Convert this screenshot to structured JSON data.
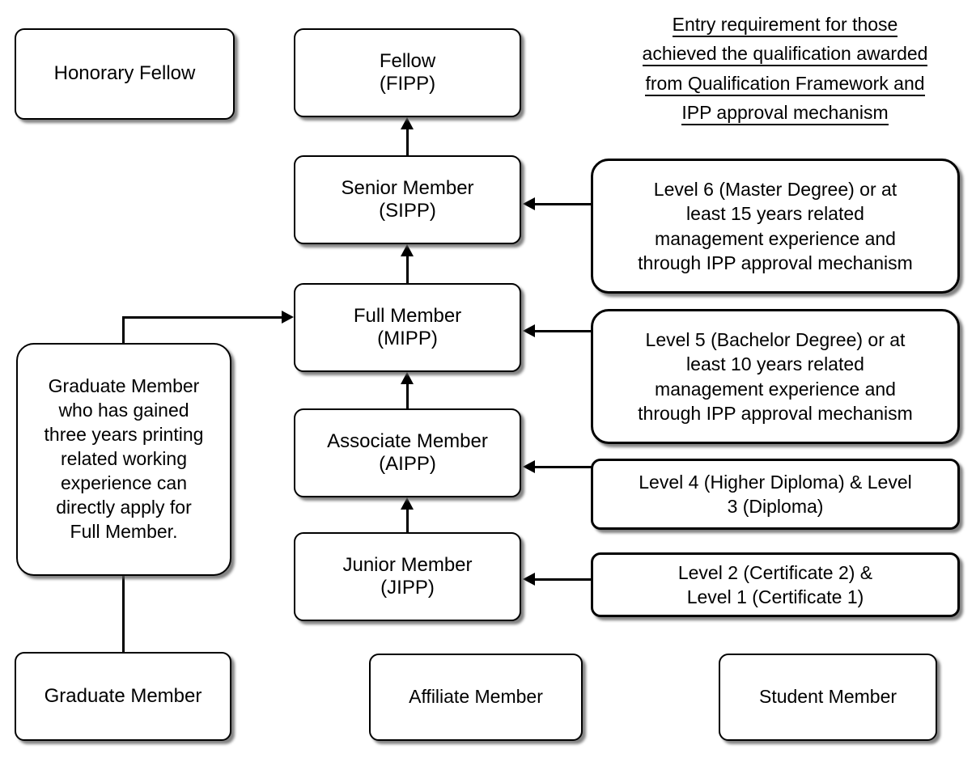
{
  "heading": {
    "lines": [
      "Entry requirement for those ",
      "achieved the qualification awarded ",
      "from Qualification Framework and ",
      "IPP approval mechanism"
    ]
  },
  "nodes": {
    "honorary_fellow": {
      "label": "Honorary Fellow"
    },
    "fellow": {
      "title": "Fellow",
      "designation": "(FIPP)"
    },
    "senior_member": {
      "title": "Senior Member",
      "designation": "(SIPP)"
    },
    "full_member": {
      "title": "Full Member",
      "designation": "(MIPP)"
    },
    "associate_member": {
      "title": "Associate Member",
      "designation": "(AIPP)"
    },
    "junior_member": {
      "title": "Junior Member",
      "designation": "(JIPP)"
    },
    "graduate_note": {
      "lines": [
        "Graduate Member",
        "who has gained",
        "three years printing",
        "related working",
        "experience can",
        "directly apply for",
        "Full Member."
      ]
    },
    "graduate_member": {
      "label": "Graduate Member"
    },
    "affiliate_member": {
      "label": "Affiliate Member"
    },
    "student_member": {
      "label": "Student Member"
    },
    "level6": {
      "lines": [
        "Level 6 (Master Degree) or at",
        "least 15 years related",
        "management experience and",
        "through IPP approval mechanism"
      ]
    },
    "level5": {
      "lines": [
        "Level 5 (Bachelor Degree) or at",
        "least 10 years related",
        "management experience and",
        "through IPP approval mechanism"
      ]
    },
    "level43": {
      "lines": [
        "Level 4 (Higher Diploma) & Level",
        "3 (Diploma)"
      ]
    },
    "level21": {
      "lines": [
        "Level 2 (Certificate 2) &",
        "Level 1 (Certificate 1)"
      ]
    }
  },
  "colors": {
    "stroke": "#000000",
    "fill": "#ffffff",
    "shadow": "#5a5a5a",
    "text": "#000000"
  }
}
